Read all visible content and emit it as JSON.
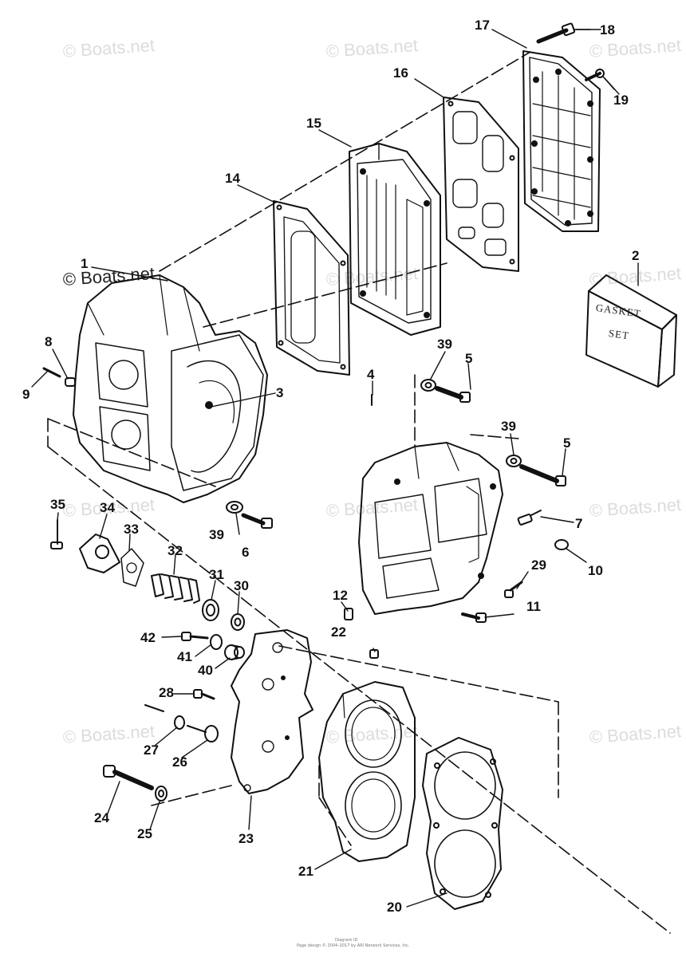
{
  "watermark": "© Boats.net",
  "callouts": {
    "n1": "1",
    "n2": "2",
    "n3": "3",
    "n4": "4",
    "n5a": "5",
    "n5b": "5",
    "n6": "6",
    "n7": "7",
    "n8": "8",
    "n9": "9",
    "n10": "10",
    "n11": "11",
    "n12": "12",
    "n14": "14",
    "n15": "15",
    "n16": "16",
    "n17": "17",
    "n18": "18",
    "n19": "19",
    "n20": "20",
    "n21": "21",
    "n22": "22",
    "n23": "23",
    "n24": "24",
    "n25": "25",
    "n26": "26",
    "n27": "27",
    "n28": "28",
    "n29": "29",
    "n30": "30",
    "n31": "31",
    "n32": "32",
    "n33": "33",
    "n34": "34",
    "n35": "35",
    "n39a": "39",
    "n39b": "39",
    "n39c": "39",
    "n40": "40",
    "n41": "41",
    "n42": "42"
  },
  "gasket_set": {
    "line1": "GASKET",
    "line2": "SET"
  },
  "footer": {
    "line1": "Diagram ID",
    "line2": "Page design © 2004–2017 by ARI Network Services, Inc."
  },
  "colors": {
    "ink": "#111111",
    "watermark": "#dcdcdc",
    "background": "#ffffff"
  }
}
